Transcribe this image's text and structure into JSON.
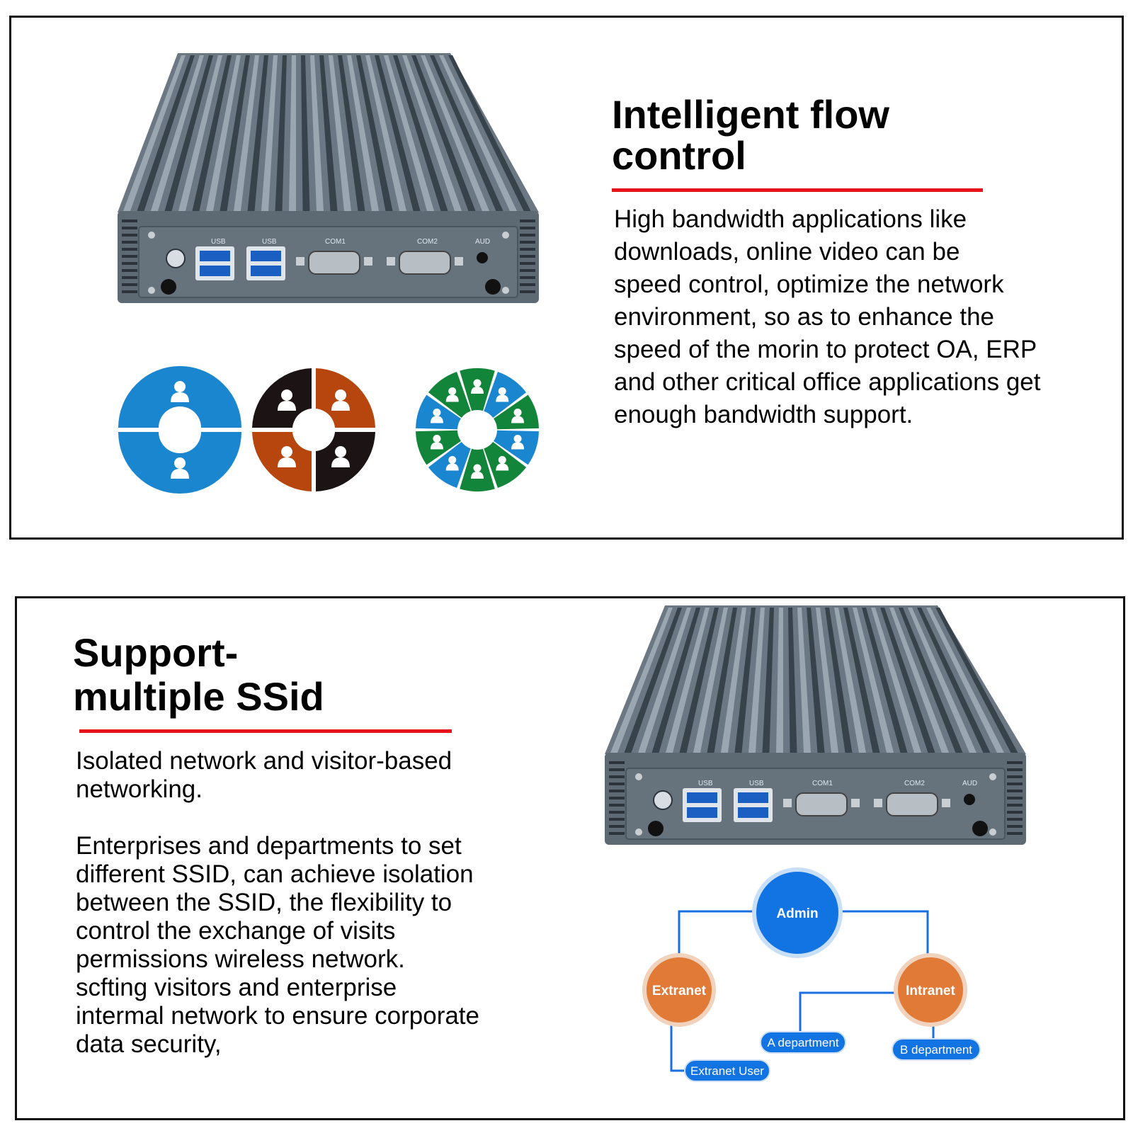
{
  "section1": {
    "heading_line1": "Intelligent flow",
    "heading_line2": "control",
    "body_lines": [
      "High bandwidth applications like",
      "downloads, online video can be",
      "speed control, optimize the network",
      "environment, so as to enhance the",
      "speed of the morin to protect OA, ERP",
      "and other critical office applications get",
      "enough bandwidth support."
    ],
    "device_labels": {
      "usb1": "USB",
      "usb2": "USB",
      "com1": "COM1",
      "com2": "COM2",
      "aud": "AUD"
    },
    "wheel_colors": {
      "blue": "#1a86d0",
      "dark": "#1c1414",
      "brown": "#b6460d",
      "green": "#13853a"
    }
  },
  "section2": {
    "heading_line1": "Support-",
    "heading_line2": "multiple SSid",
    "intro_lines": [
      "Isolated network and visitor-based",
      "networking."
    ],
    "body_lines": [
      "Enterprises and departments to set",
      "different SSID, can achieve isolation",
      "between the SSID, the flexibility to",
      "control the exchange of visits",
      "permissions wireless network.",
      "scfting visitors and enterprise",
      "intermal network to ensure corporate",
      "data security,"
    ],
    "device_labels": {
      "usb1": "USB",
      "usb2": "USB",
      "com1": "COM1",
      "com2": "COM2",
      "aud": "AUD"
    },
    "diagram": {
      "admin": "Admin",
      "extranet": "Extranet",
      "intranet": "Intranet",
      "a_department": "A department",
      "b_department": "B department",
      "extranet_user": "Extranet User",
      "colors": {
        "admin": "#1273e3",
        "node_orange": "#e07a36",
        "pill": "#1273e3",
        "line": "#1a6fe0"
      }
    }
  },
  "colors": {
    "rule": "#e8121b",
    "border": "#111111",
    "device_body": "#5d6a74"
  }
}
